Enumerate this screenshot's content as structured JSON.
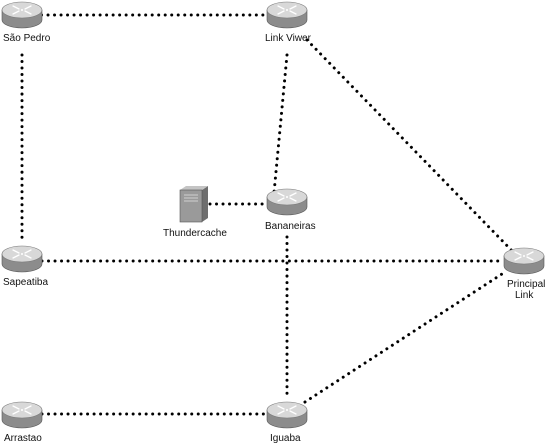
{
  "nodes": [
    {
      "id": "sao-pedro",
      "label": "São Pedro",
      "type": "router"
    },
    {
      "id": "link-viwer",
      "label": "Link Viwer",
      "type": "router"
    },
    {
      "id": "thundercache",
      "label": "Thundercache",
      "type": "server"
    },
    {
      "id": "bananeiras",
      "label": "Bananeiras",
      "type": "router"
    },
    {
      "id": "sapeatiba",
      "label": "Sapeatiba",
      "type": "router"
    },
    {
      "id": "principal-link",
      "label": "Principal\nLink",
      "type": "router"
    },
    {
      "id": "arrastao",
      "label": "Arrastao",
      "type": "router"
    },
    {
      "id": "iguaba",
      "label": "Iguaba",
      "type": "router"
    }
  ],
  "links": [
    {
      "from": "sao-pedro",
      "to": "link-viwer"
    },
    {
      "from": "sao-pedro",
      "to": "sapeatiba"
    },
    {
      "from": "link-viwer",
      "to": "bananeiras"
    },
    {
      "from": "link-viwer",
      "to": "principal-link"
    },
    {
      "from": "thundercache",
      "to": "bananeiras"
    },
    {
      "from": "sapeatiba",
      "to": "principal-link"
    },
    {
      "from": "bananeiras",
      "to": "iguaba"
    },
    {
      "from": "arrastao",
      "to": "iguaba"
    },
    {
      "from": "iguaba",
      "to": "principal-link"
    }
  ],
  "colors": {
    "router_top": "#d8d8d8",
    "router_side": "#8c8c8c",
    "router_arrows": "#ffffff",
    "server_body": "#9a9a9a",
    "line": "#000000"
  }
}
